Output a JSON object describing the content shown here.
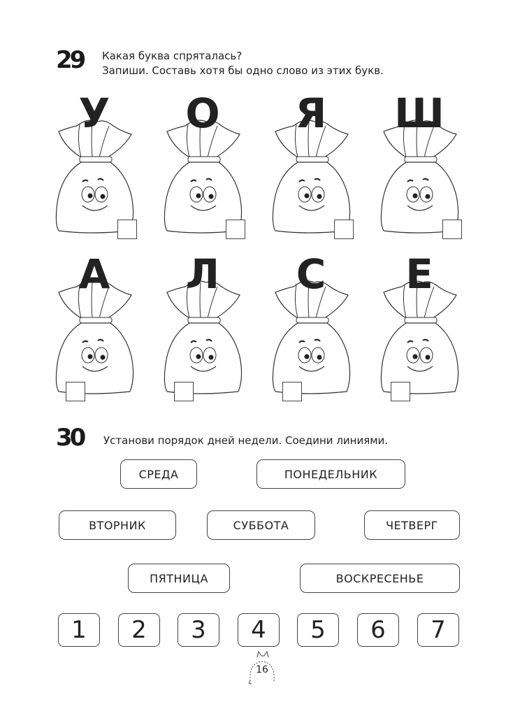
{
  "task29": {
    "number": "29",
    "line1": "Какая буква спряталась?",
    "line2": "Запиши. Составь хотя бы одно слово из этих букв."
  },
  "bags": [
    {
      "letter": "У"
    },
    {
      "letter": "О"
    },
    {
      "letter": "Я"
    },
    {
      "letter": "Ш"
    },
    {
      "letter": "А"
    },
    {
      "letter": "Л"
    },
    {
      "letter": "С"
    },
    {
      "letter": "Е"
    }
  ],
  "task30": {
    "number": "30",
    "text": "Установи порядок дней недели. Соедини линиями."
  },
  "days": [
    "СРЕДА",
    "ПОНЕДЕЛЬНИК",
    "ВТОРНИК",
    "СУББОТА",
    "ЧЕТВЕРГ",
    "ПЯТНИЦА",
    "ВОСКРЕСЕНЬЕ"
  ],
  "numbers": [
    "1",
    "2",
    "3",
    "4",
    "5",
    "6",
    "7"
  ],
  "page_number": "16"
}
